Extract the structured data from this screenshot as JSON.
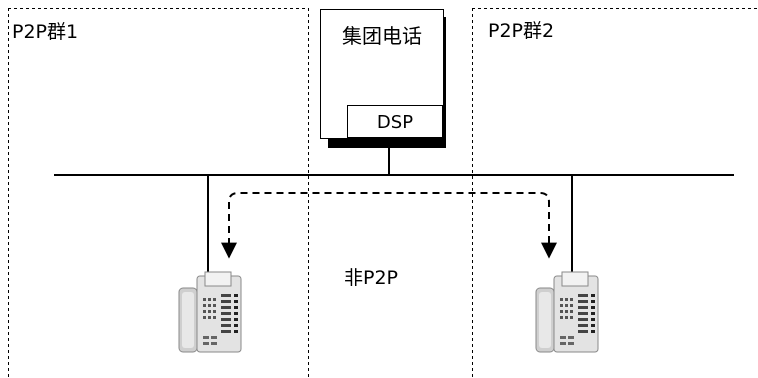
{
  "diagram": {
    "group1_label": "P2P群1",
    "group2_label": "P2P群2",
    "pbx_label": "集团电话",
    "dsp_label": "DSP",
    "non_p2p_label": "非P2P"
  },
  "icons": {
    "phone_left": "desk-phone-icon",
    "phone_right": "desk-phone-icon"
  },
  "colors": {
    "line": "#000000",
    "zone_border": "#000000",
    "phone_body": "#d9d9d9"
  }
}
